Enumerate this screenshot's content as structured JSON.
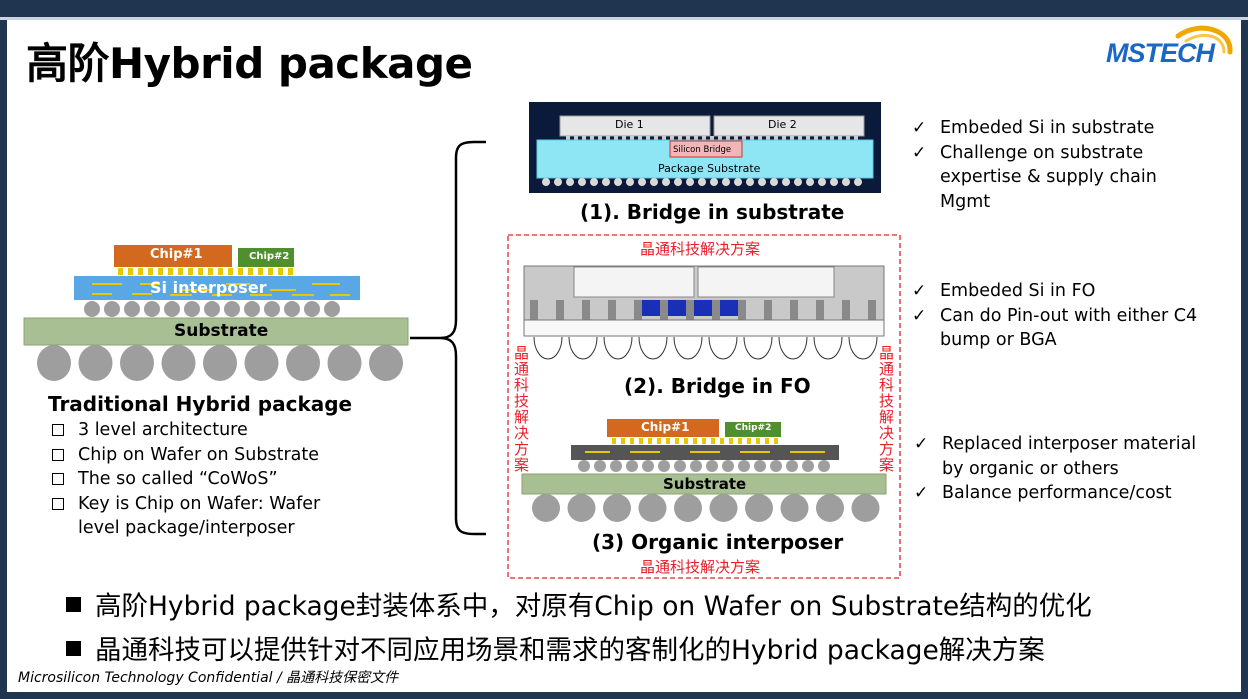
{
  "title": "高阶Hybrid package",
  "logo": {
    "text": "MSTECH",
    "color": "#1b67c6",
    "accent": "#f0a800"
  },
  "traditional": {
    "chip1": "Chip#1",
    "chip2": "Chip#2",
    "interposer": "Si interposer",
    "substrate": "Substrate",
    "heading": "Traditional Hybrid package",
    "bullets": [
      "3 level architecture",
      "Chip on Wafer on Substrate",
      "The so called “CoWoS”",
      "Key is Chip on Wafer: Wafer level package/interposer"
    ]
  },
  "bridge_substrate": {
    "die1": "Die 1",
    "die2": "Die 2",
    "bridge": "Silicon Bridge",
    "substrate": "Package Substrate",
    "caption": "(1). Bridge in substrate",
    "notes": [
      "Embeded Si in substrate",
      "Challenge on substrate expertise & supply chain Mgmt"
    ]
  },
  "bridge_fo": {
    "caption": "(2). Bridge in FO",
    "notes": [
      "Embeded Si in FO",
      "Can do Pin-out with either C4 bump or BGA"
    ]
  },
  "organic": {
    "chip1": "Chip#1",
    "chip2": "Chip#2",
    "substrate": "Substrate",
    "caption": "(3) Organic interposer",
    "notes": [
      "Replaced interposer material by organic or others",
      "Balance performance/cost"
    ]
  },
  "solution_label": "晶通科技解决方案",
  "check": "✓",
  "statements": [
    "高阶Hybrid package封装体系中，对原有Chip on Wafer on Substrate结构的优化",
    "晶通科技可以提供针对不同应用场景和需求的客制化的Hybrid package解决方案"
  ],
  "footer": "Microsilicon Technology Confidential / 晶通科技保密文件",
  "colors": {
    "frame": "#1f3550",
    "red": "#e8202a",
    "chip": "#d2691e",
    "chip2": "#4f8f2f",
    "interposer": "#5aa7e6",
    "substrate": "#a8bf94",
    "ball": "#9e9e9e"
  }
}
